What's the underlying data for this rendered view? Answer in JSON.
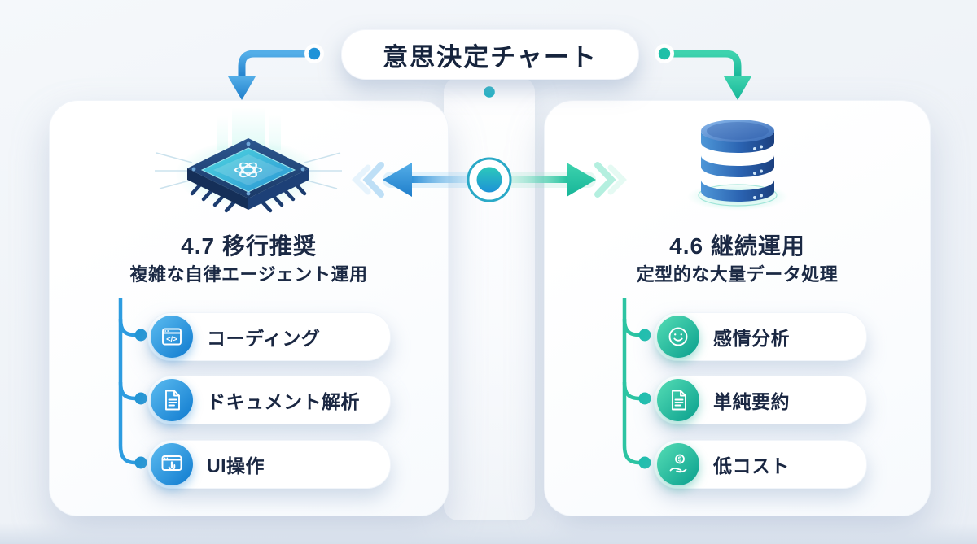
{
  "title": "意思決定チャート",
  "colors": {
    "accent_blue": "#2b8fd8",
    "accent_green": "#2fc9a2",
    "text_navy": "#1a2742",
    "background": "#eef2f7"
  },
  "left_panel": {
    "big_icon": "ai-cpu-chip",
    "heading": "4.7 移行推奨",
    "subheading": "複雑な自律エージェント運用",
    "items": [
      {
        "icon": "code-window-icon",
        "label": "コーディング"
      },
      {
        "icon": "document-icon",
        "label": "ドキュメント解析"
      },
      {
        "icon": "ui-tap-icon",
        "label": "UI操作"
      }
    ]
  },
  "right_panel": {
    "big_icon": "database",
    "heading": "4.6 継続運用",
    "subheading": "定型的な大量データ処理",
    "items": [
      {
        "icon": "smiley-icon",
        "label": "感情分析"
      },
      {
        "icon": "document-icon",
        "label": "単純要約"
      },
      {
        "icon": "cost-hand-icon",
        "label": "低コスト"
      }
    ]
  },
  "icon_glyphs": {
    "code": "</>",
    "dollar": "$"
  }
}
